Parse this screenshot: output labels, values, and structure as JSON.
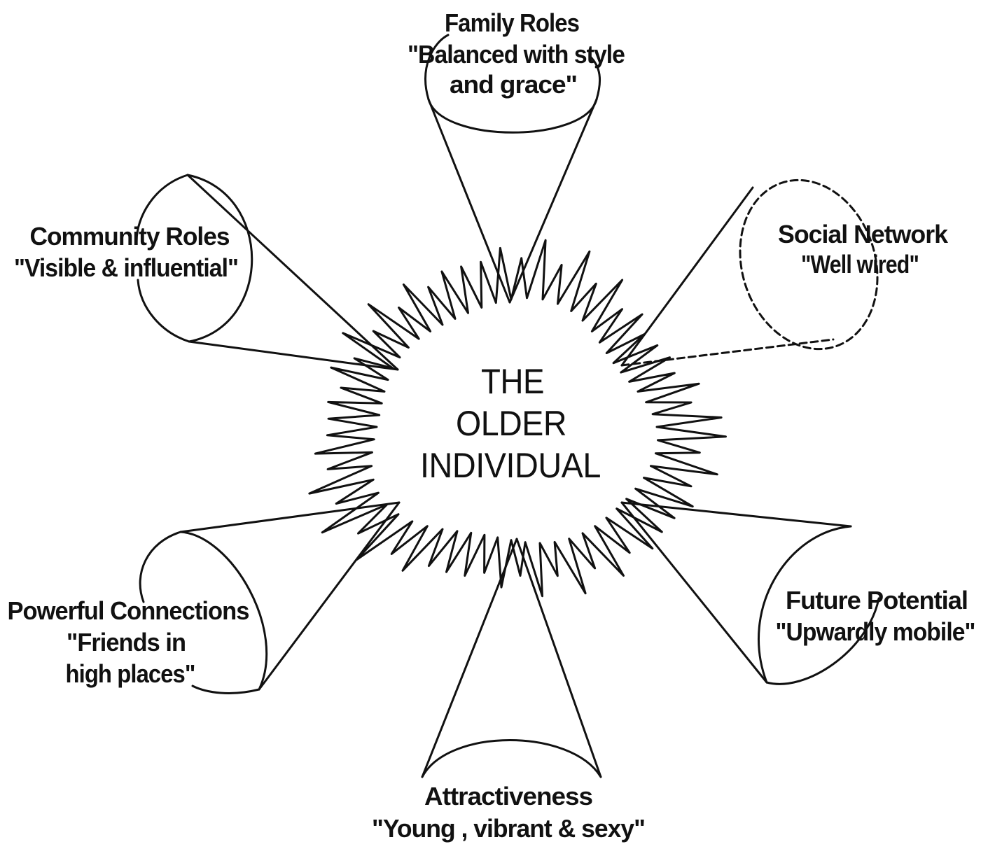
{
  "center": {
    "line1": "THE",
    "line2": "OLDER",
    "line3": "INDIVIDUAL"
  },
  "nodes": {
    "family": {
      "title": "Family Roles",
      "quote_line1": "\"Balanced with style",
      "quote_line2": "and grace\""
    },
    "social": {
      "title": "Social Network",
      "quote": "\"Well wired\""
    },
    "future": {
      "title": "Future Potential",
      "quote": "\"Upwardly mobile\""
    },
    "attract": {
      "title": "Attractiveness",
      "quote": "\"Young , vibrant & sexy\""
    },
    "powerful": {
      "title": "Powerful Connections",
      "quote_line1": "\"Friends in",
      "quote_line2": "high places\""
    },
    "community": {
      "title": "Community Roles",
      "quote": "\"Visible & influential\""
    }
  }
}
